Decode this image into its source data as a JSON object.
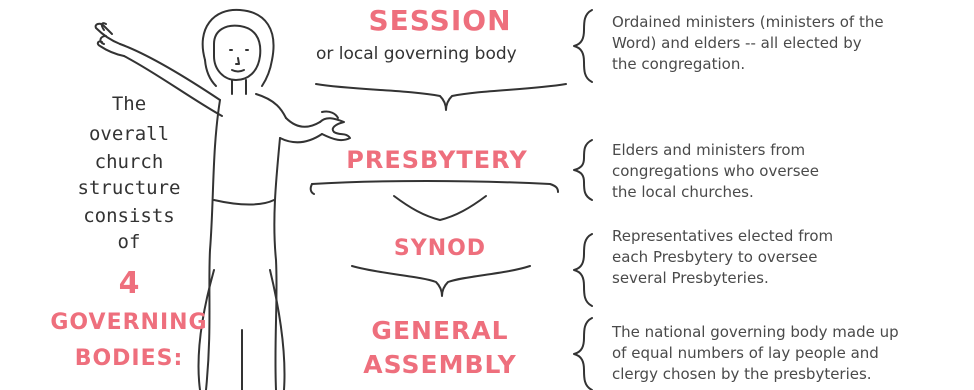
{
  "intro": {
    "lines": [
      "The",
      "overall",
      "church",
      "structure",
      "consists",
      "of"
    ],
    "number": "4",
    "emphasis_lines": [
      "GOVERNING",
      "BODIES:"
    ]
  },
  "levels": [
    {
      "name_lines": [
        "SESSION"
      ],
      "subtitle": "or local governing body",
      "description_lines": [
        "Ordained ministers (ministers of the",
        "Word) and elders -- all elected by",
        "the congregation."
      ]
    },
    {
      "name_lines": [
        "PRESBYTERY"
      ],
      "subtitle": "",
      "description_lines": [
        "Elders and ministers from",
        "congregations who oversee",
        "the local churches."
      ]
    },
    {
      "name_lines": [
        "SYNOD"
      ],
      "subtitle": "",
      "description_lines": [
        "Representatives elected from",
        "each Presbytery to oversee",
        "several Presbyteries."
      ]
    },
    {
      "name_lines": [
        "GENERAL",
        "ASSEMBLY"
      ],
      "subtitle": "",
      "description_lines": [
        "The national governing body made up",
        "of equal numbers of lay people and",
        "clergy chosen by the presbyteries."
      ]
    }
  ],
  "colors": {
    "accent": "#ee6f7d",
    "ink": "#333333"
  }
}
